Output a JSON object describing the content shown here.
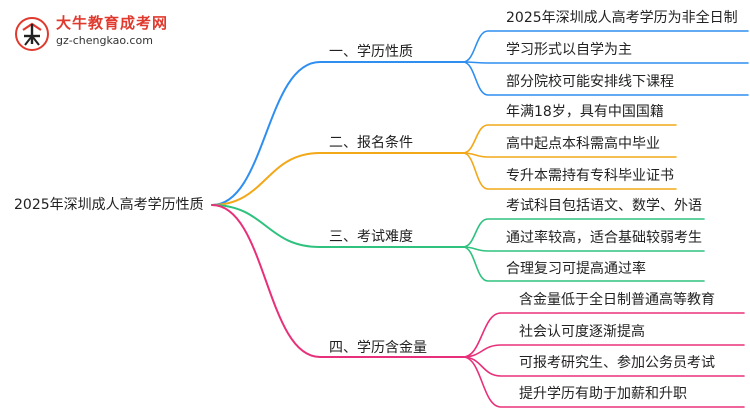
{
  "logo": {
    "title": "大牛教育成考网",
    "url": "gz-chengkao.com",
    "badge_text": "大牛"
  },
  "root": {
    "label": "2025年深圳成人高考学历性质"
  },
  "colors": {
    "b1": "#2f8ff0",
    "b2": "#f2a818",
    "b3": "#2ec27e",
    "b4": "#e8307a"
  },
  "branches": [
    {
      "label": "一、学历性质",
      "leaves": [
        "2025年深圳成人高考学历为非全日制",
        "学习形式以自学为主",
        "部分院校可能安排线下课程"
      ]
    },
    {
      "label": "二、报名条件",
      "leaves": [
        "年满18岁，具有中国国籍",
        "高中起点本科需高中毕业",
        "专升本需持有专科毕业证书"
      ]
    },
    {
      "label": "三、考试难度",
      "leaves": [
        "考试科目包括语文、数学、外语",
        "通过率较高，适合基础较弱考生",
        "合理复习可提高通过率"
      ]
    },
    {
      "label": "四、学历含金量",
      "leaves": [
        "含金量低于全日制普通高等教育",
        "社会认可度逐渐提高",
        "可报考研究生、参加公务员考试",
        "提升学历有助于加薪和升职"
      ]
    }
  ]
}
